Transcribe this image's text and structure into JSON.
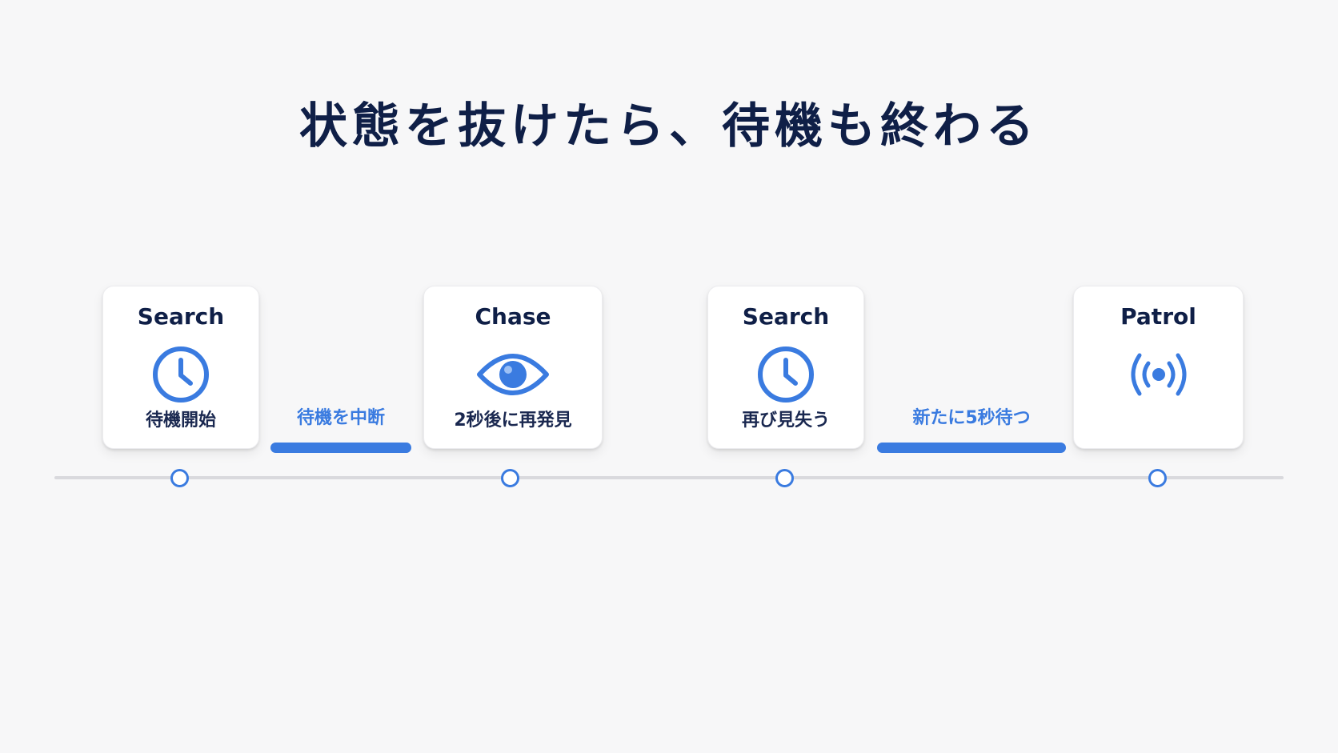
{
  "title": "状態を抜けたら、待機も終わる",
  "colors": {
    "accent": "#3a7be0",
    "title": "#0f1f47",
    "line": "#d9d9dd"
  },
  "states": [
    {
      "name": "Search",
      "icon": "clock-icon",
      "caption": "待機開始"
    },
    {
      "name": "Chase",
      "icon": "eye-icon",
      "caption": "2秒後に再発見"
    },
    {
      "name": "Search",
      "icon": "clock-icon",
      "caption": "再び見失う"
    },
    {
      "name": "Patrol",
      "icon": "broadcast-icon",
      "caption": ""
    }
  ],
  "transitions": [
    {
      "label": "待機を中断"
    },
    {
      "label": "新たに5秒待つ"
    }
  ]
}
